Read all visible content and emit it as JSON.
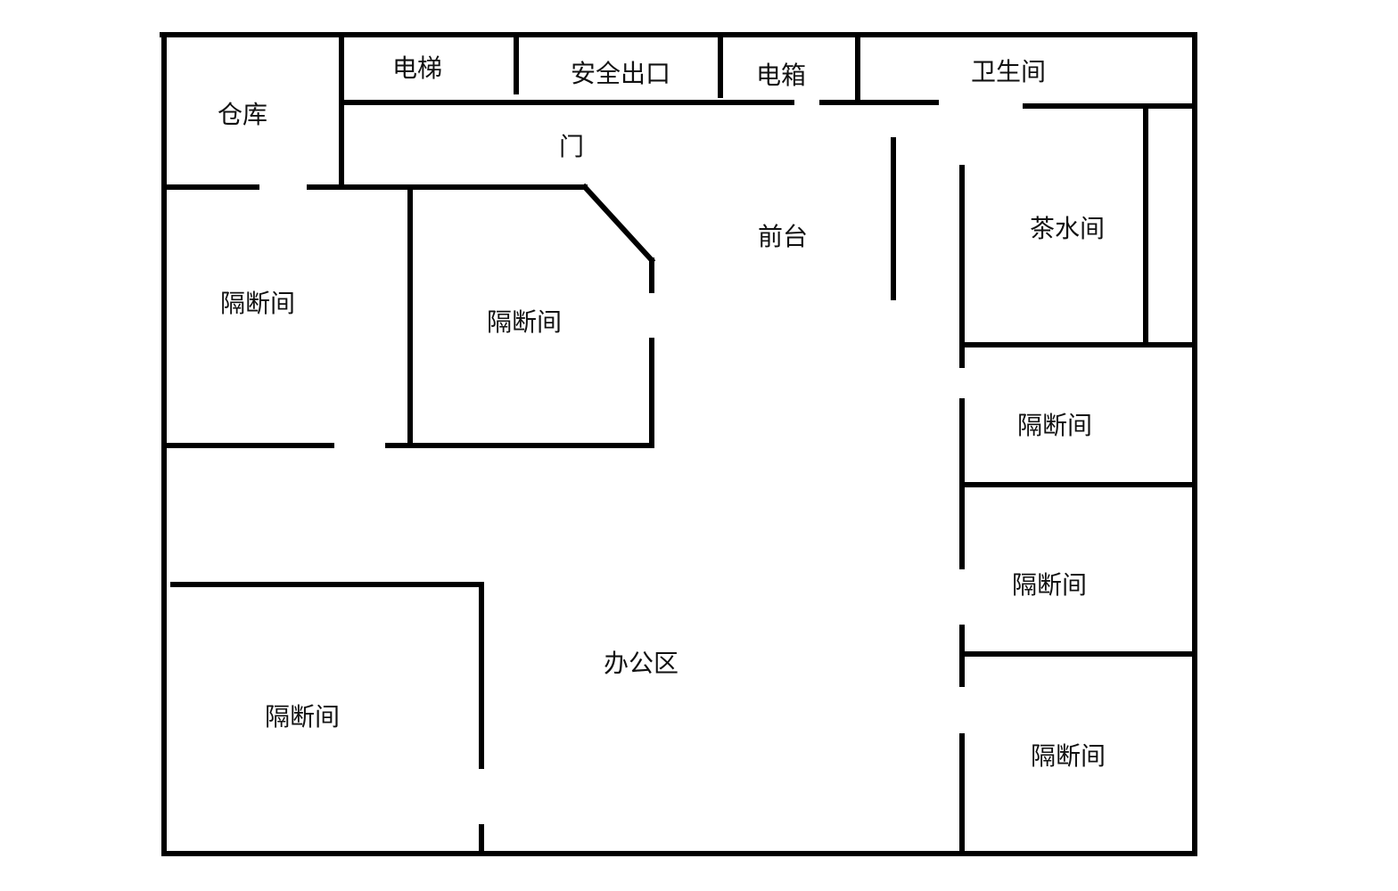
{
  "labels": {
    "warehouse": "仓库",
    "elevator": "电梯",
    "safety_exit": "安全出口",
    "electric_box": "电箱",
    "restroom": "卫生间",
    "door": "门",
    "reception": "前台",
    "tea_room": "茶水间",
    "partition": "隔断间",
    "office_area": "办公区"
  },
  "colors": {
    "wall": "#000000",
    "text": "#111111",
    "background": "#ffffff"
  }
}
